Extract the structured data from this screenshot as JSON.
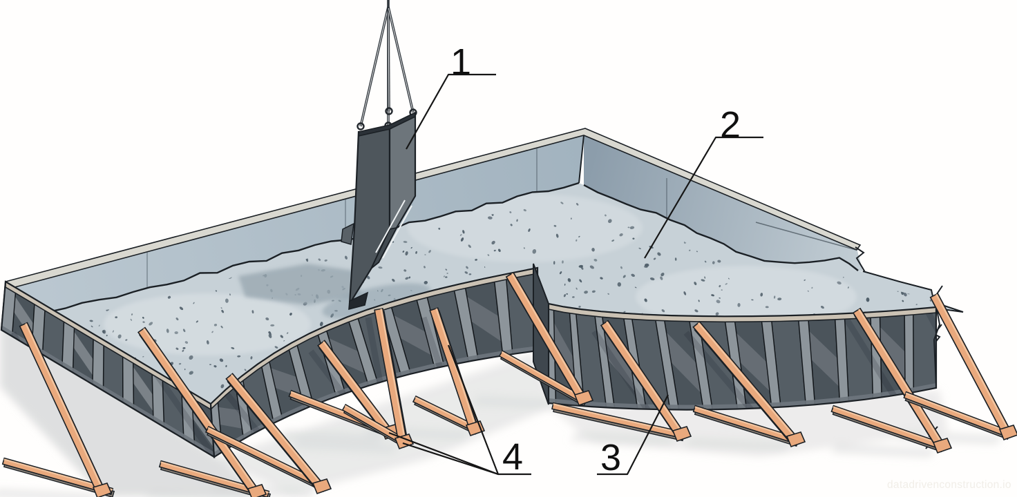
{
  "figure": {
    "type": "axonometric-construction-diagram",
    "subject": "Concrete placement into L-shaped foundation formwork with a bottom-dump concrete bucket",
    "watermark": "datadrivenconstruction.io",
    "annotations": [
      {
        "number": "1",
        "target": "concrete-bucket"
      },
      {
        "number": "2",
        "target": "fresh-concrete-surface"
      },
      {
        "number": "3",
        "target": "formwork-panel"
      },
      {
        "number": "4",
        "target": "inclined-timber-braces"
      }
    ],
    "colors": {
      "outline": "#1b2025",
      "concrete": "#c7d1d7",
      "concrete_speckle": "#4a5964",
      "wall_inner_left": "#bac7d0",
      "wall_inner_left2": "#a2b3bf",
      "wall_inner_right": "#8c9dab",
      "wall_inner_right2": "#c2cdd4",
      "rim": "#d9d8d0",
      "rim_front": "#cbc2b4",
      "panel": "#4b545b",
      "panel_alt": "#555e65",
      "batten": "#8d959b",
      "rail_bottom": "#6e767d",
      "wood": "#e9a97d",
      "wood_light": "#f4c9a4",
      "wood_dark": "#8a8178",
      "shadow": "#d6d7d8",
      "bucket_left": "#4e565c",
      "bucket_right": "#6d757b",
      "bucket_taper": "#424a50",
      "label_color": "#101010",
      "watermark_color": "#f1eee8"
    }
  }
}
